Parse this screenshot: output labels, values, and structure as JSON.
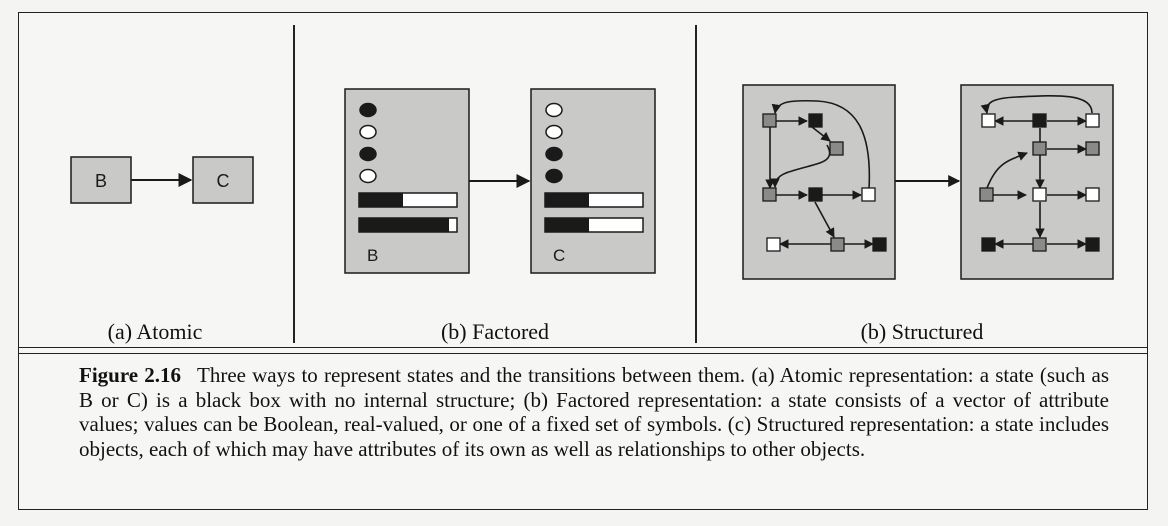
{
  "panels": {
    "atomic": {
      "label": "(a) Atomic",
      "state_b": "B",
      "state_c": "C"
    },
    "factored": {
      "label": "(b) Factored",
      "state_b": "B",
      "state_c": "C"
    },
    "structured": {
      "label": "(b) Structured"
    }
  },
  "caption": {
    "figure_number": "Figure 2.16",
    "text": "Three ways to represent states and the transitions between them. (a) Atomic representation: a state (such as B or C) is a black box with no internal structure; (b) Factored representation: a state consists of a vector of attribute values; values can be Boolean, real-valued, or one of a fixed set of symbols. (c) Structured representation: a state includes objects, each of which may have attributes of its own as well as relationships to other objects."
  },
  "colors": {
    "box_fill": "#c9c9c7",
    "ink": "#1a1a1a",
    "gray_node": "#8a8a88"
  }
}
